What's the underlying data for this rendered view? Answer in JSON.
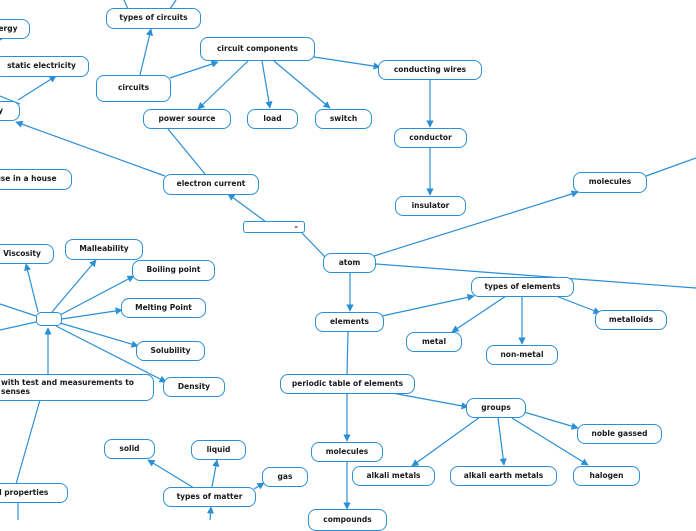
{
  "nodes": {
    "energy": "ergy",
    "static_electricity": "static electricity",
    "ty": "y",
    "types_of_circuits": "types of circuits",
    "circuit_components": "circuit components",
    "circuits": "circuits",
    "conducting_wires": "conducting  wires",
    "power_source": "power source",
    "load": "load",
    "switch": "switch",
    "conductor": "conductor",
    "use_in_house": "use in a house",
    "electron_current": "electron current",
    "insulator": "insulator",
    "molecules_top": "molecules",
    "dash_node": "–",
    "viscosity": "Viscosity",
    "malleability": "Malleability",
    "atom": "atom",
    "boiling_point": "Boiling point",
    "types_of_elements": "types of elements",
    "melting_point": "Melting Point",
    "elements": "elements",
    "metalloids": "metalloids",
    "metal": "metal",
    "solubility": "Solubility",
    "non_metal": "non-metal",
    "test_measurements": "with test and measurements to senses",
    "density": "Density",
    "periodic_table": "periodic table of elements",
    "groups": "groups",
    "noble_gassed": "noble gassed",
    "solid": "solid",
    "liquid": "liquid",
    "molecules_bottom": "molecules",
    "alkali_metals": "alkali metals",
    "alkali_earth_metals": "alkali earth metals",
    "halogen": "halogen",
    "gas": "gas",
    "physical_properties": "cal properties",
    "types_of_matter": "types of matter",
    "compounds": "compounds"
  },
  "colors": {
    "edge": "#2b8fd6",
    "node_border": "#2b8fd6",
    "text": "#1a1a1a"
  }
}
